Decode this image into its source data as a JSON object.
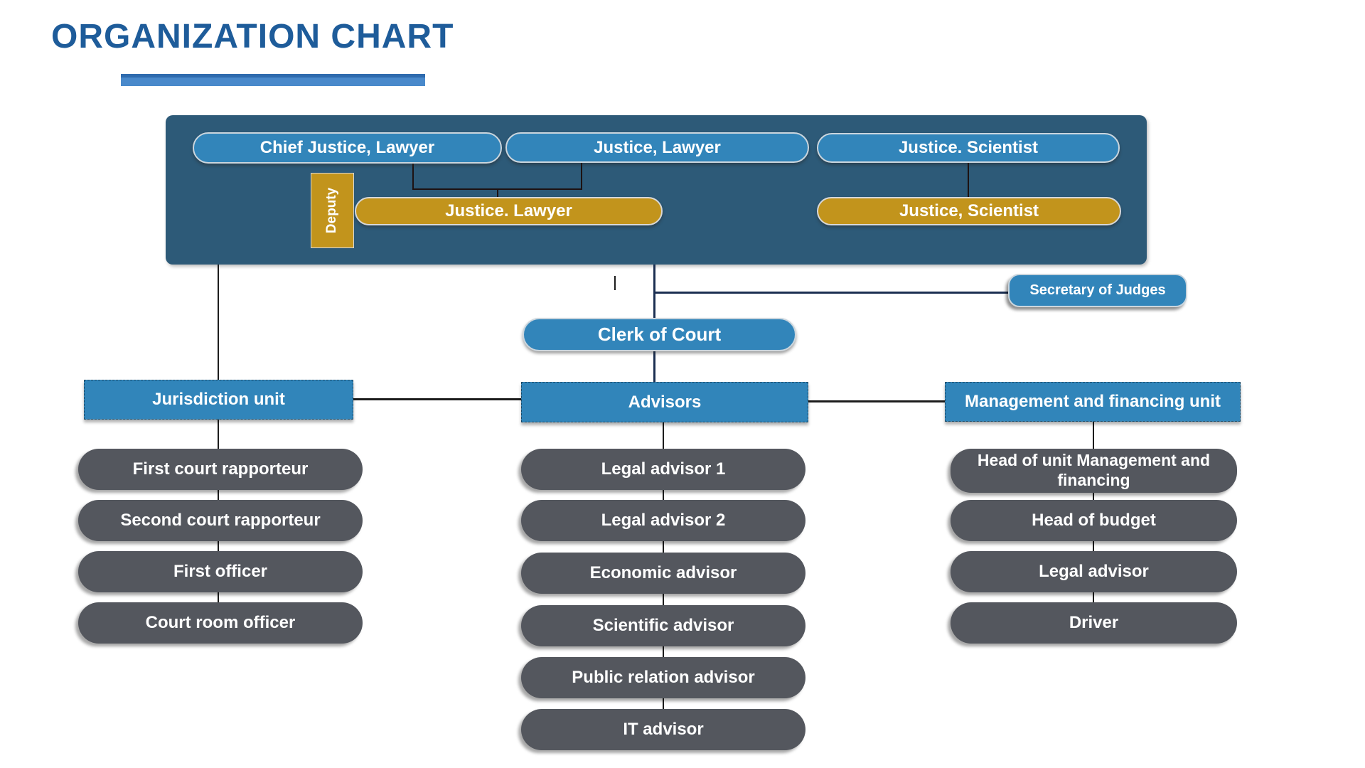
{
  "title": "ORGANIZATION CHART",
  "panel": {
    "top_row": [
      {
        "label": "Chief Justice, Lawyer"
      },
      {
        "label": "Justice, Lawyer"
      },
      {
        "label": "Justice. Scientist"
      }
    ],
    "deputy": "Deputy",
    "gold_row": [
      {
        "label": "Justice. Lawyer"
      },
      {
        "label": "Justice, Scientist"
      }
    ]
  },
  "mid": {
    "secretary": "Secretary of Judges",
    "clerk": "Clerk of Court"
  },
  "units": [
    {
      "header": "Jurisdiction unit",
      "items": [
        "First court rapporteur",
        "Second court rapporteur",
        "First officer",
        "Court room officer"
      ]
    },
    {
      "header": "Advisors",
      "items": [
        "Legal advisor 1",
        "Legal advisor 2",
        "Economic advisor",
        "Scientific advisor",
        "Public relation  advisor",
        "IT advisor"
      ]
    },
    {
      "header": "Management and financing unit",
      "items": [
        "Head of unit Management and financing",
        "Head of budget",
        "Legal advisor",
        "Driver"
      ]
    }
  ],
  "colors": {
    "panel": "#2D5A78",
    "node_blue": "#3285BA",
    "node_gold": "#C2941C",
    "node_gray": "#54575E",
    "title_blue": "#1E5C9A"
  }
}
